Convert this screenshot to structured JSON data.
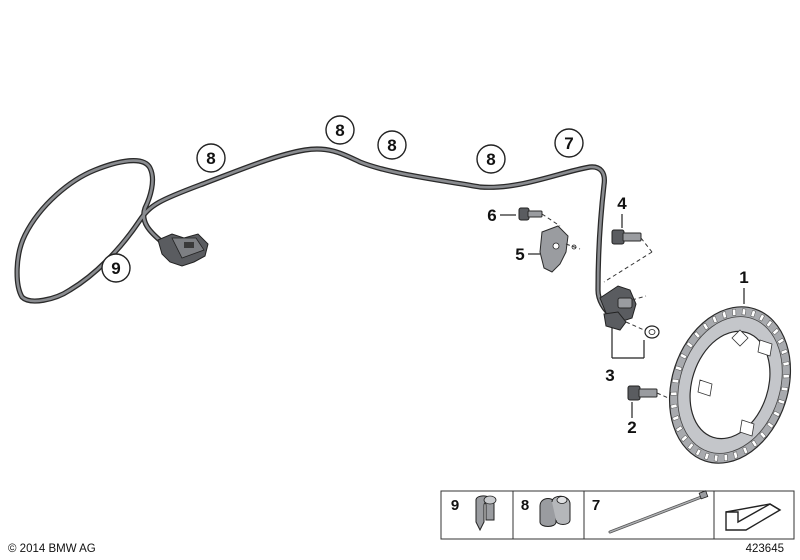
{
  "callouts": {
    "c9": "9",
    "c8a": "8",
    "c8b": "8",
    "c8c": "8",
    "c8d": "8",
    "c7": "7"
  },
  "labels": {
    "p1": "1",
    "p2": "2",
    "p3": "3",
    "p4": "4",
    "p5": "5",
    "p6": "6"
  },
  "legend": {
    "items": [
      {
        "number": "9",
        "icon": "cable-clip-icon"
      },
      {
        "number": "8",
        "icon": "double-cable-clip-icon"
      },
      {
        "number": "7",
        "icon": "cable-tie-icon"
      }
    ],
    "arrow_icon": "direction-arrow-icon"
  },
  "footer": {
    "copyright": "© 2014 BMW AG",
    "diagram_id": "423645"
  },
  "colors": {
    "cable": "#2a2a2a",
    "cable_highlight": "#8a8c90",
    "metal": "#9a9ca0",
    "ring": "#a8aaae"
  }
}
